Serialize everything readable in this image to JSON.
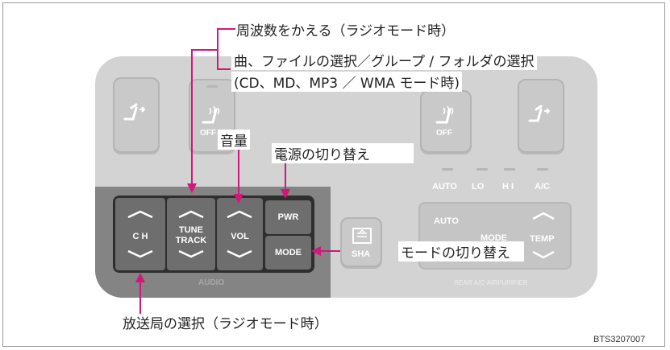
{
  "annotations": {
    "tune_freq": "周波数をかえる（ラジオモード時）",
    "select_line1": "曲、ファイルの選択／グループ / フォルダの選択",
    "select_line2": "(CD、MD、MP3 ／ WMA モード時)",
    "volume": "音量",
    "power": "電源の切り替え",
    "mode": "モードの切り替え",
    "station": "放送局の選択（ラジオモード時）"
  },
  "audio_panel": {
    "ch": "C H",
    "tune": "TUNE",
    "track": "TRACK",
    "vol": "VOL",
    "pwr": "PWR",
    "mode": "MODE",
    "section_label": "AUDIO"
  },
  "climate": {
    "off_left": "OFF",
    "off_right": "OFF",
    "auto_top": "AUTO",
    "lo": "LO",
    "hi": "H I",
    "ac": "A/C",
    "auto": "AUTO",
    "mode": "MODE",
    "temp": "TEMP",
    "shade": "SHA",
    "section_label": "REAR A/C AIRPURIFIER"
  },
  "code": "BTS3207007",
  "colors": {
    "leader": "#d0177a",
    "panel": "#848484",
    "console": "#d3d3d3"
  }
}
